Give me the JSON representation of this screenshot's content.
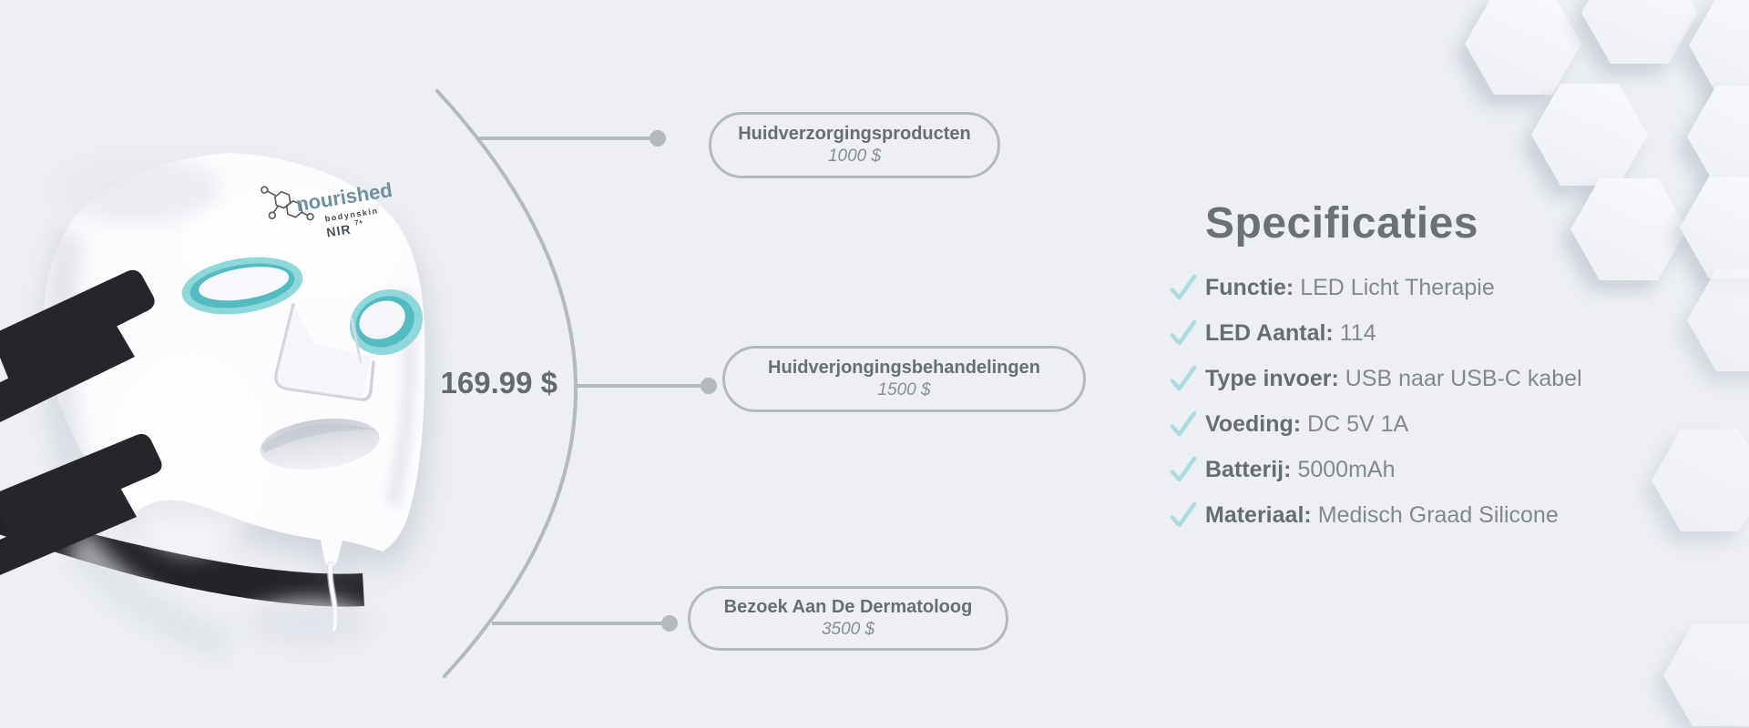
{
  "product": {
    "price": "169.99 $",
    "logo": {
      "brand": "nourished",
      "sub": "bodynskin",
      "line2": "NIR",
      "line2_sup": "7+"
    }
  },
  "comparison": {
    "alternatives": [
      {
        "name": "Huidverzorgingsproducten",
        "price": "1000 $"
      },
      {
        "name": "Huidverjongingsbehandelingen",
        "price": "1500 $"
      },
      {
        "name": "Bezoek Aan De Dermatoloog",
        "price": "3500 $"
      }
    ]
  },
  "specs": {
    "title": "Specificaties",
    "items": [
      {
        "label": "Functie:",
        "value": "LED Licht Therapie"
      },
      {
        "label": "LED Aantal:",
        "value": "114"
      },
      {
        "label": "Type invoer:",
        "value": "USB naar USB-C kabel"
      },
      {
        "label": "Voeding:",
        "value": "DC 5V 1A"
      },
      {
        "label": "Batterij:",
        "value": "5000mAh"
      },
      {
        "label": "Materiaal:",
        "value": "Medisch Graad Silicone"
      }
    ]
  },
  "colors": {
    "background": "#edeff3",
    "accent_teal": "#8bd5d7",
    "check_teal": "#a9dde2",
    "connector_gray": "#b6b9bf",
    "text_dark": "#6a6e73",
    "text_muted": "#85888d"
  }
}
